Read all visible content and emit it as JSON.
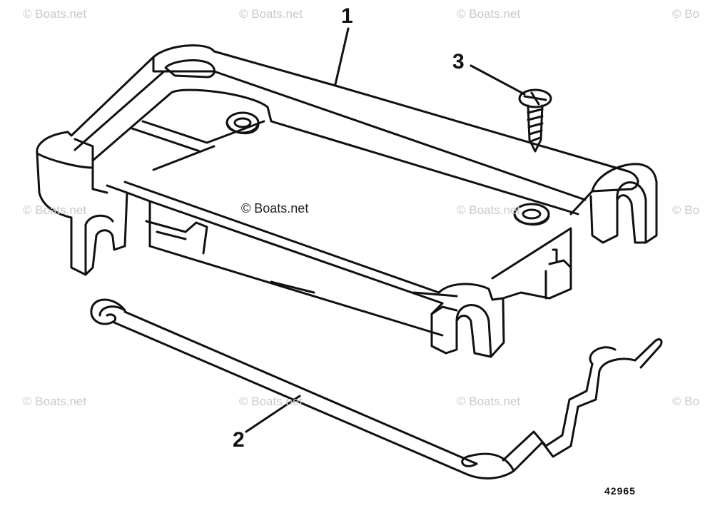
{
  "watermark": "© Boats.net",
  "watermark_center": "© Boats.net",
  "watermark_partial": "© Bo",
  "callouts": [
    "1",
    "2",
    "3"
  ],
  "part_number": "42965",
  "colors": {
    "line": "#111111",
    "watermark": "#c9c9c9",
    "background": "#ffffff"
  }
}
